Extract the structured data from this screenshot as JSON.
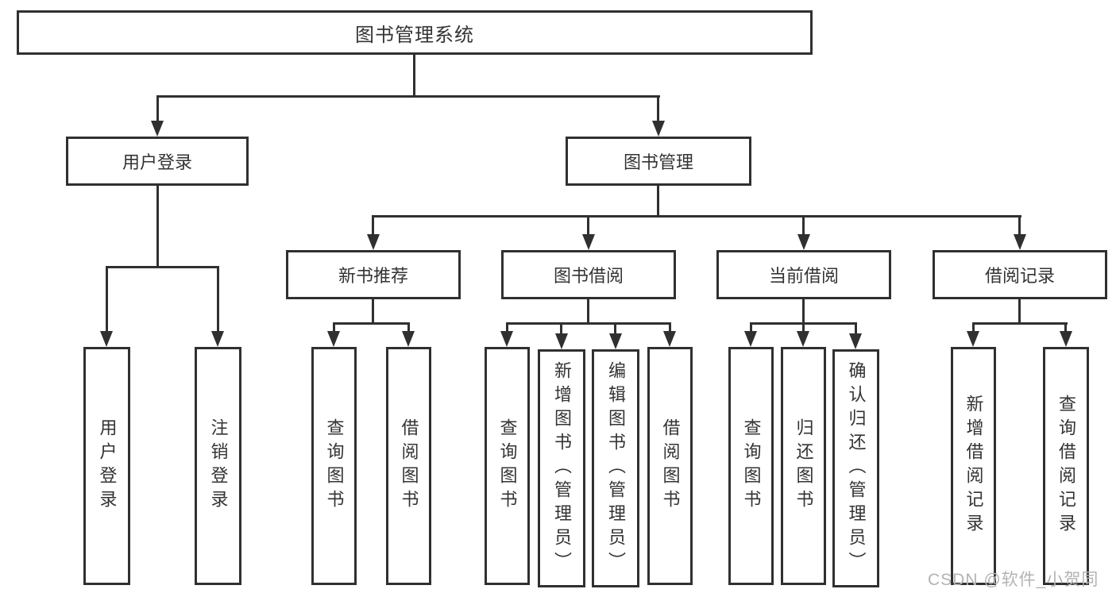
{
  "diagram": {
    "title": "图书管理系统",
    "branches": [
      {
        "label": "用户登录",
        "children": [
          "用户登录",
          "注销登录"
        ]
      },
      {
        "label": "图书管理",
        "groups": [
          {
            "label": "新书推荐",
            "children": [
              "查询图书",
              "借阅图书"
            ]
          },
          {
            "label": "图书借阅",
            "children": [
              "查询图书",
              "新增图书（管理员）",
              "编辑图书（管理员）",
              "借阅图书"
            ]
          },
          {
            "label": "当前借阅",
            "children": [
              "查询图书",
              "归还图书",
              "确认归还（管理员）"
            ]
          },
          {
            "label": "借阅记录",
            "children": [
              "新增借阅记录",
              "查询借阅记录"
            ]
          }
        ]
      }
    ]
  },
  "watermark": {
    "text": "CSDN @软件_小贺同学"
  },
  "colors": {
    "line": "#303030",
    "text": "#333333",
    "watermark": "#b3b3b3",
    "background": "#ffffff"
  }
}
